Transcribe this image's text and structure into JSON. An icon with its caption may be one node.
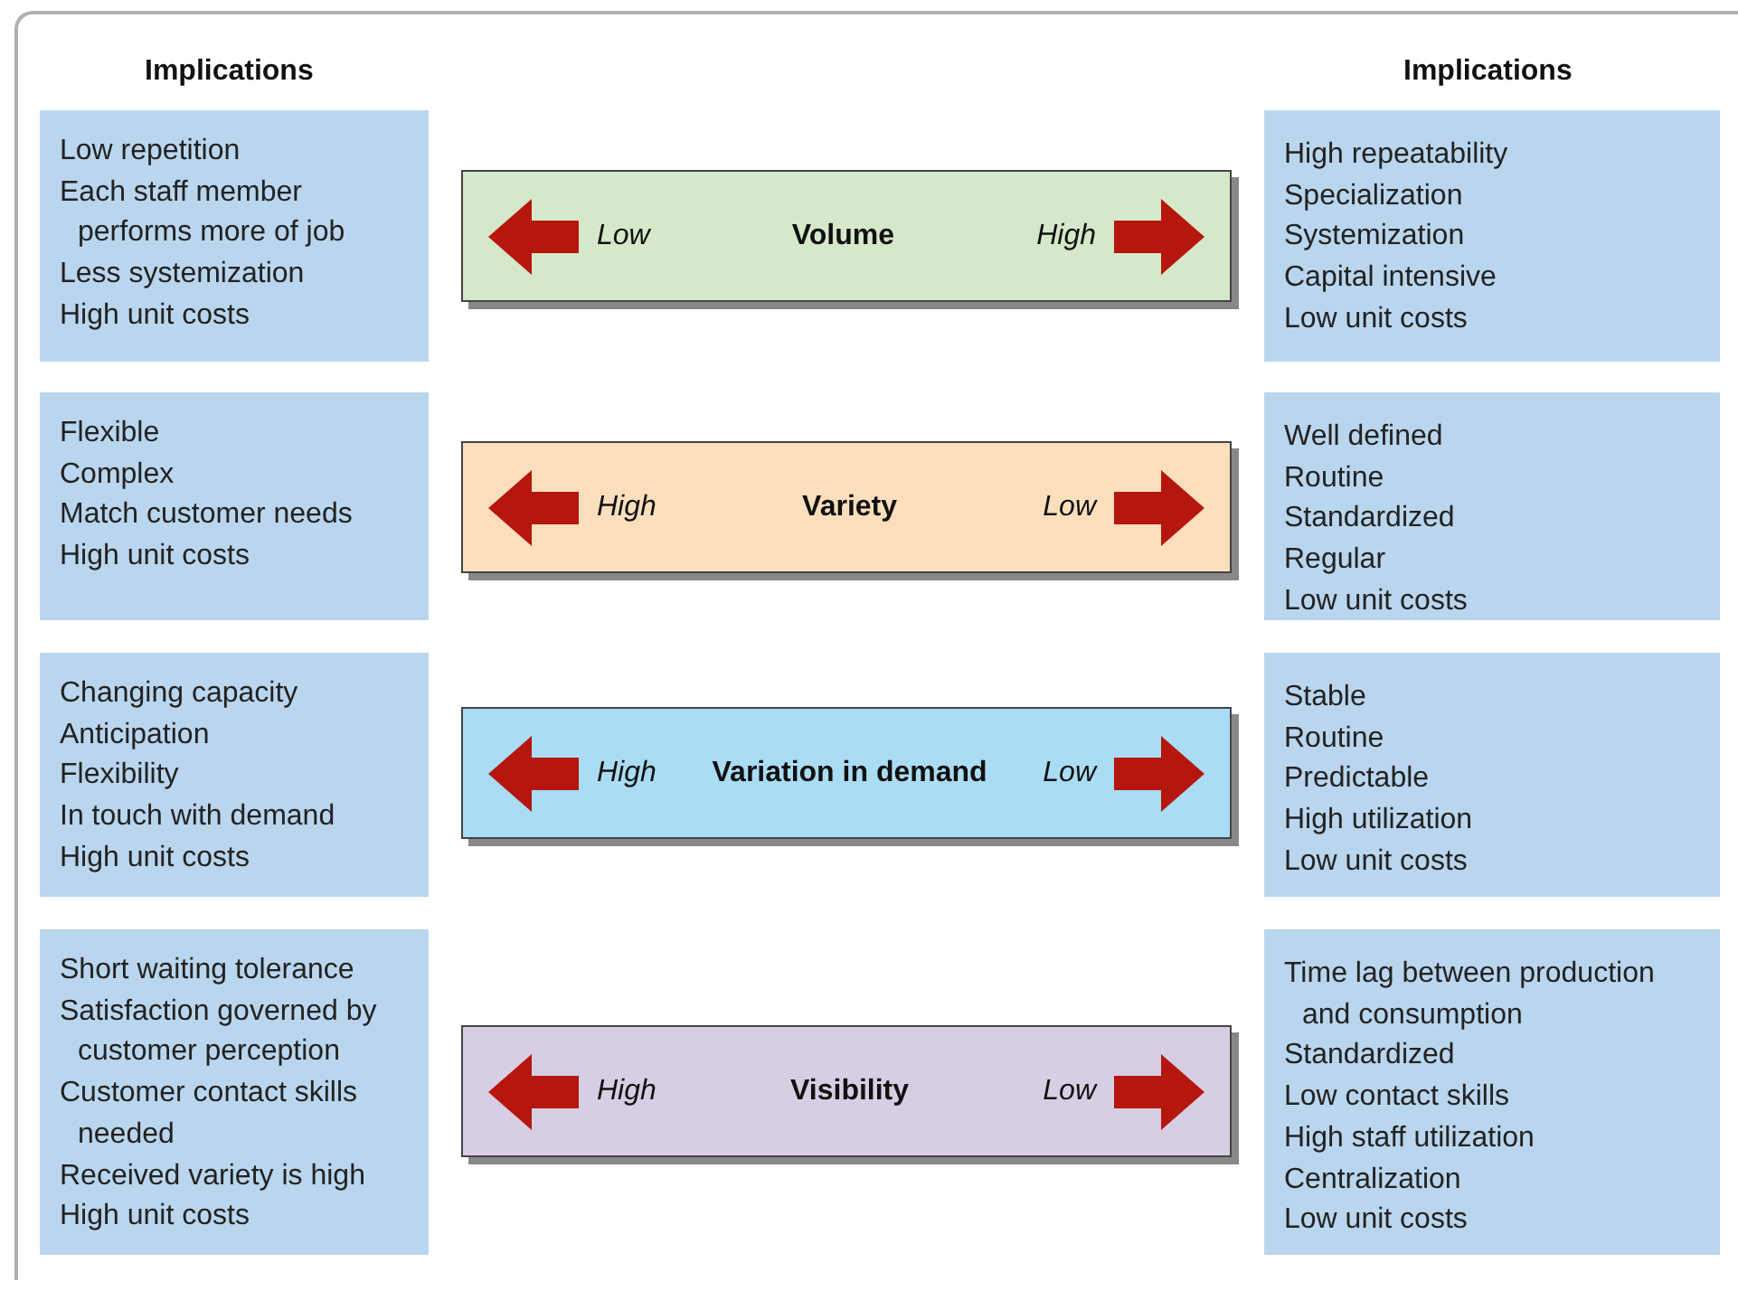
{
  "diagram": {
    "nodes": [
      {
        "text": [
          "Low repetition",
          "Each staff member performs more of job",
          "Less systemization",
          "High unit costs"
        ]
      },
      {
        "text": [
          "Low",
          "Volume",
          "High"
        ]
      },
      {
        "text": [
          "High repeatability",
          "Specialization",
          "Systemization",
          "Capital intensive",
          "Low unit costs"
        ]
      },
      {
        "text": [
          "Flexible",
          "Complex",
          "Match customer needs",
          "High unit costs"
        ]
      },
      {
        "text": [
          "High",
          "Variety",
          "Low"
        ]
      },
      {
        "text": [
          "Well defined",
          "Routine",
          "Standardized",
          "Regular",
          "Low unit costs"
        ]
      },
      {
        "text": [
          "Changing capacity",
          "Anticipation",
          "Flexibility",
          "In touch with demand",
          "High unit costs"
        ]
      },
      {
        "text": [
          "High",
          "Variation in demand",
          "Low"
        ]
      },
      {
        "text": [
          "Stable",
          "Routine",
          "Predictable",
          "High utilization",
          "Low unit costs"
        ]
      },
      {
        "text": [
          "Short waiting tolerance",
          "Satisfaction governed by customer perception",
          "Customer contact skills needed",
          "Received variety is high",
          "High unit costs"
        ]
      },
      {
        "text": [
          "High",
          "Visibility",
          "Low"
        ]
      },
      {
        "text": [
          "Time lag between production and consumption",
          "Standardized",
          "Low contact skills",
          "High staff utilization",
          "Centralization",
          "Low unit costs"
        ]
      }
    ],
    "labels": [
      "Implications",
      "Implications"
    ]
  }
}
